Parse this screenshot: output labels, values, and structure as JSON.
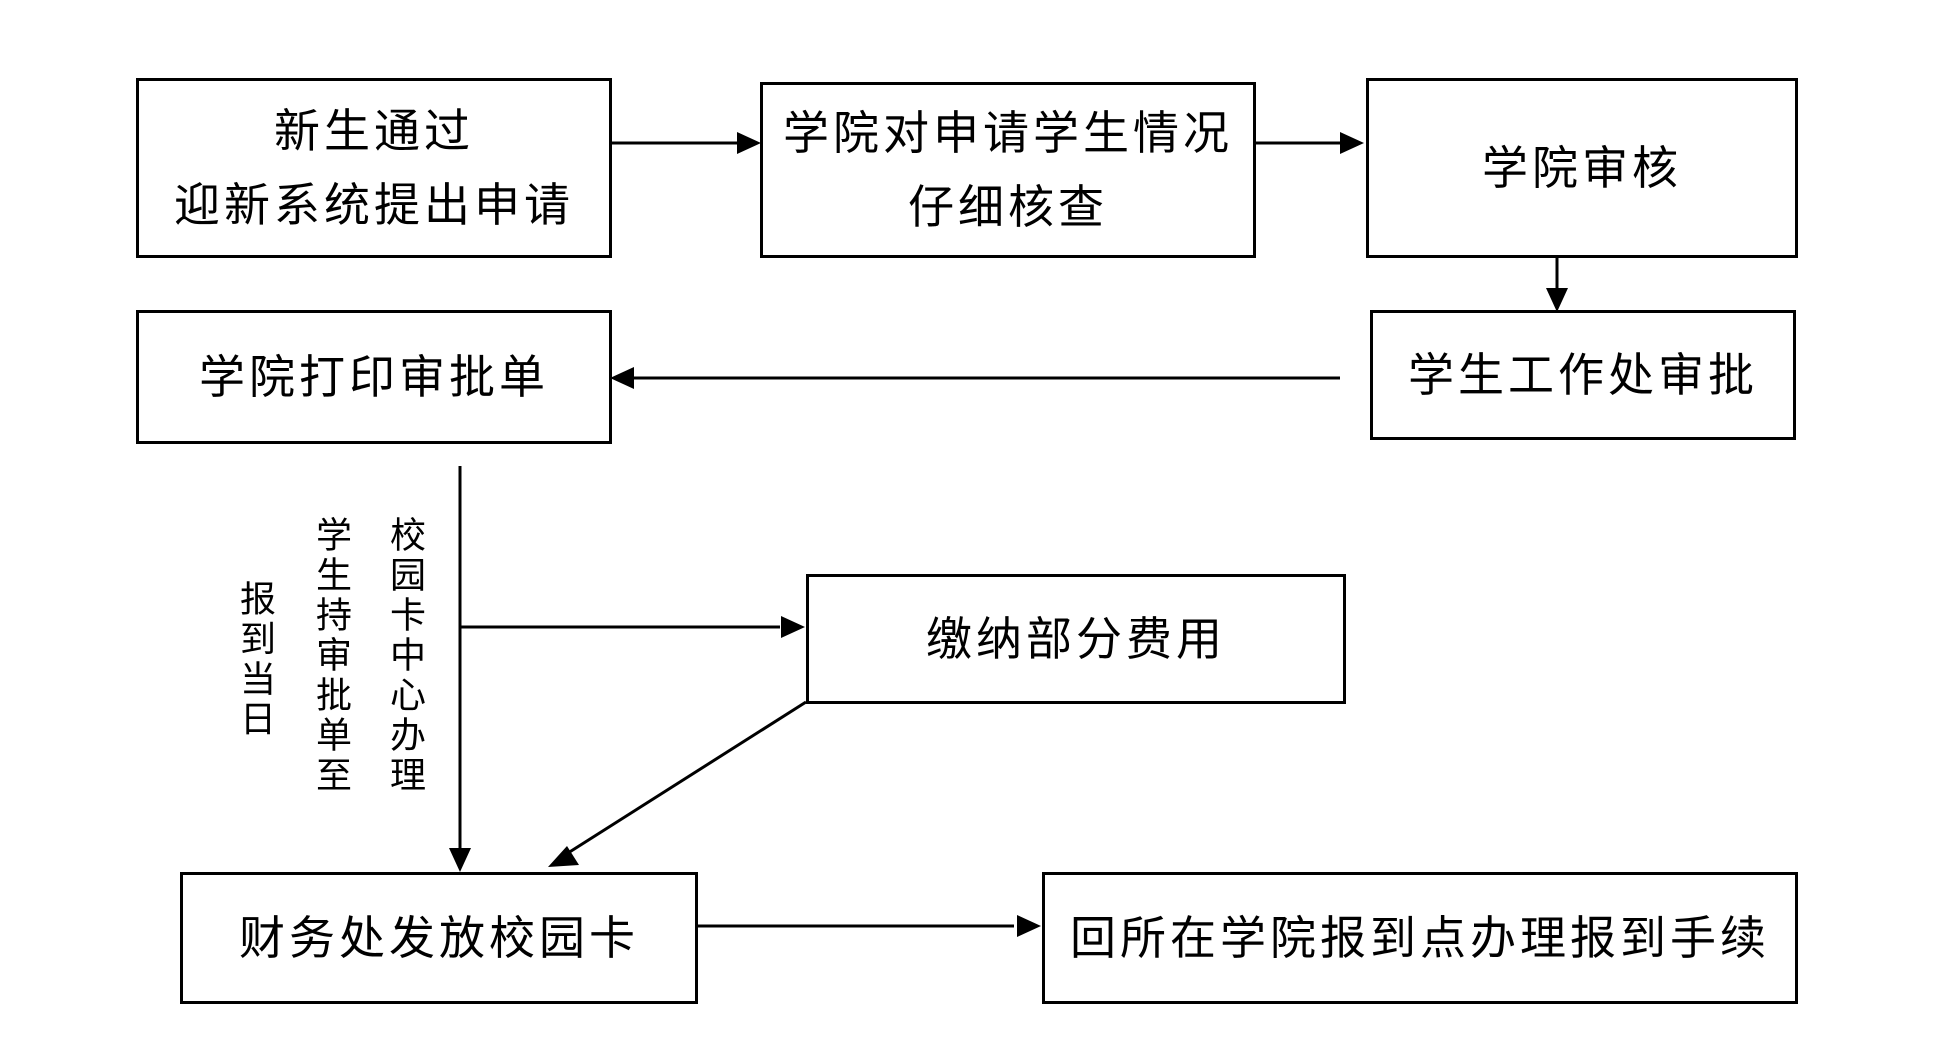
{
  "nodes": {
    "apply": {
      "line1": "新生通过",
      "line2": "迎新系统提出申请"
    },
    "check": {
      "line1": "学院对申请学生情况",
      "line2": "仔细核查"
    },
    "college_review": {
      "text": "学院审核"
    },
    "office_approve": {
      "text": "学生工作处审批"
    },
    "print_form": {
      "text": "学院打印审批单"
    },
    "pay_fee": {
      "text": "缴纳部分费用"
    },
    "issue_card": {
      "text": "财务处发放校园卡"
    },
    "register": {
      "text": "回所在学院报到点办理报到手续"
    }
  },
  "vertical_labels": {
    "col1": "报到当日",
    "col2": "学生持审批单至",
    "col3": "校园卡中心办理"
  }
}
